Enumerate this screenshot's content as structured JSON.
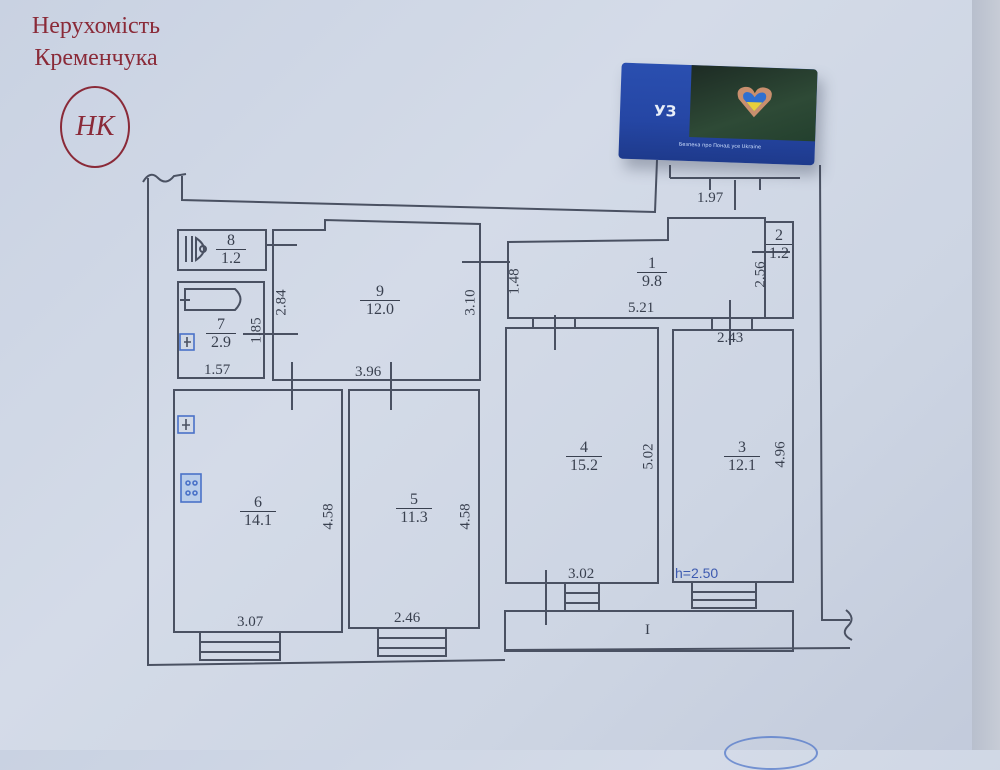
{
  "brand": {
    "line1": "Нерухомість",
    "line2": "Кременчука",
    "monogram": "НК"
  },
  "eraser": {
    "logo": "УЗ",
    "tagline": "Безпека про Понад усе Ukraine",
    "icon": "heart-hands-icon"
  },
  "rooms": [
    {
      "id": "1",
      "area": "9.8"
    },
    {
      "id": "2",
      "area": "1.2"
    },
    {
      "id": "3",
      "area": "12.1"
    },
    {
      "id": "4",
      "area": "15.2"
    },
    {
      "id": "5",
      "area": "11.3"
    },
    {
      "id": "6",
      "area": "14.1"
    },
    {
      "id": "7",
      "area": "2.9"
    },
    {
      "id": "8",
      "area": "1.2"
    },
    {
      "id": "9",
      "area": "12.0"
    }
  ],
  "dimensions": {
    "d197": "1.97",
    "d256": "2.56",
    "d148": "1.48",
    "d521": "5.21",
    "d243": "2.43",
    "d310": "3.10",
    "d284": "2.84",
    "d185": "1.85",
    "d157": "1.57",
    "d396": "3.96",
    "d458a": "4.58",
    "d458b": "4.58",
    "d502": "5.02",
    "d496": "4.96",
    "d307": "3.07",
    "d246": "2.46",
    "d302": "3.02"
  },
  "balcony_label": "I",
  "ceiling_height": "h=2.50"
}
